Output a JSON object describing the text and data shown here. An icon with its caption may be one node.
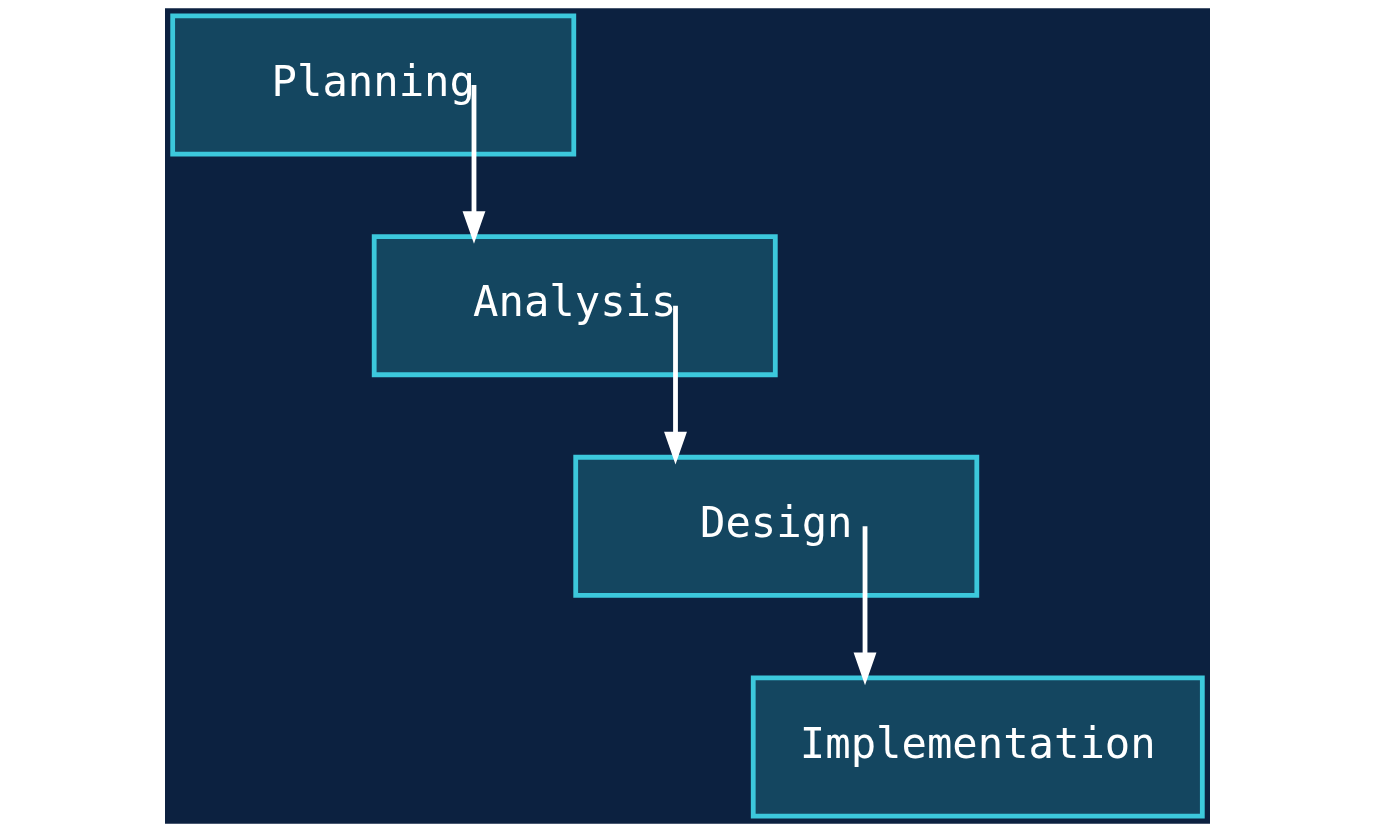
{
  "diagram": {
    "nodes": [
      {
        "text": [
          "Planning"
        ]
      },
      {
        "text": [
          "Analysis"
        ]
      },
      {
        "text": [
          "Design"
        ]
      },
      {
        "text": [
          "Implementation"
        ]
      }
    ],
    "edges": [
      {
        "from": 0,
        "to": 1,
        "arrow": "to"
      },
      {
        "from": 1,
        "to": 2,
        "arrow": "to"
      },
      {
        "from": 2,
        "to": 3,
        "arrow": "to"
      }
    ]
  }
}
